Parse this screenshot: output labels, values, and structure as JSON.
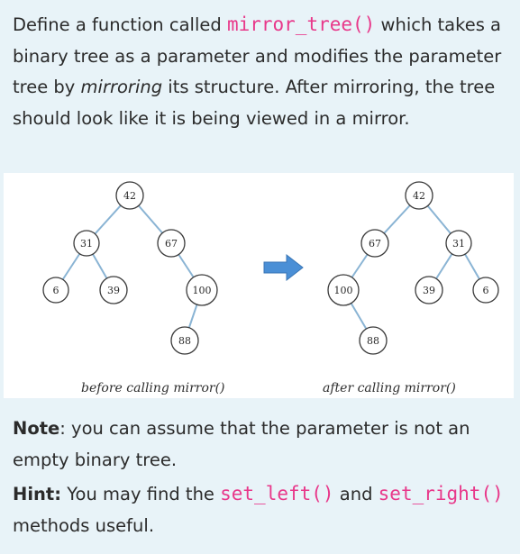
{
  "intro": {
    "t1": "Define a function called ",
    "fn": "mirror_tree()",
    "t2": " which takes a binary tree as a parameter and modifies the parameter tree by ",
    "em": "mirroring",
    "t3": " its structure. After mirroring, the tree should look like it is being viewed in a mirror."
  },
  "figure": {
    "before_caption": "before calling mirror()",
    "after_caption": "after calling mirror()",
    "before_nodes": [
      "42",
      "31",
      "67",
      "6",
      "39",
      "100",
      "88"
    ],
    "after_nodes": [
      "42",
      "67",
      "31",
      "100",
      "39",
      "6",
      "88"
    ],
    "arrow_color": "#4a8fd6"
  },
  "note": {
    "label": "Note",
    "text": ": you can assume that the parameter is not an empty binary tree."
  },
  "hint": {
    "label": "Hint:",
    "t1": " You may find the ",
    "fn1": "set_left()",
    "t2": " and ",
    "fn2": "set_right()",
    "t3": " methods useful."
  },
  "colors": {
    "background": "#e8f3f8",
    "code": "#e8388a",
    "edge": "#8ab4d4"
  }
}
